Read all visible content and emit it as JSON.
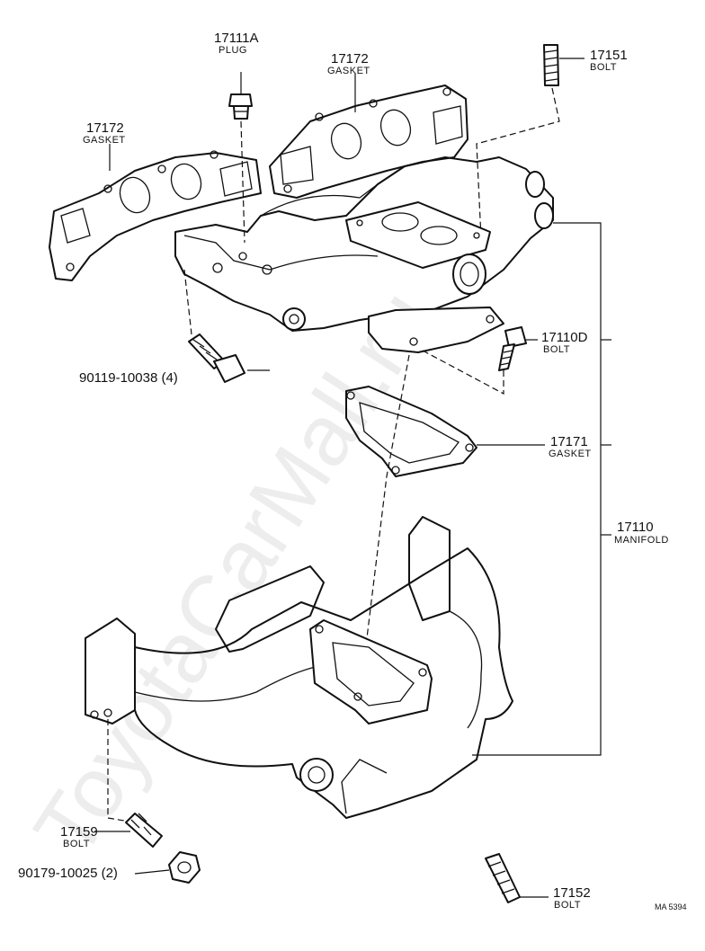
{
  "labels": [
    {
      "id": "plug-17111a",
      "number": "17111A",
      "name": "PLUG"
    },
    {
      "id": "gasket-17172-upper",
      "number": "17172",
      "name": "GASKET"
    },
    {
      "id": "gasket-17172-left",
      "number": "17172",
      "name": "GASKET"
    },
    {
      "id": "bolt-17151",
      "number": "17151",
      "name": "BOLT"
    },
    {
      "id": "bolt-17110d",
      "number": "17110D",
      "name": "BOLT"
    },
    {
      "id": "gasket-17171",
      "number": "17171",
      "name": "GASKET"
    },
    {
      "id": "manifold-17110",
      "number": "17110",
      "name": "MANIFOLD"
    },
    {
      "id": "bolt-17159",
      "number": "17159",
      "name": "BOLT"
    },
    {
      "id": "bolt-17152",
      "number": "17152",
      "name": "BOLT"
    },
    {
      "id": "bolt-90119",
      "number": "90119-10038 (4)",
      "name": ""
    },
    {
      "id": "nut-90179",
      "number": "90179-10025 (2)",
      "name": ""
    }
  ],
  "figure_code": "MA 5394",
  "watermark": "ToyotaCarMall.ru"
}
